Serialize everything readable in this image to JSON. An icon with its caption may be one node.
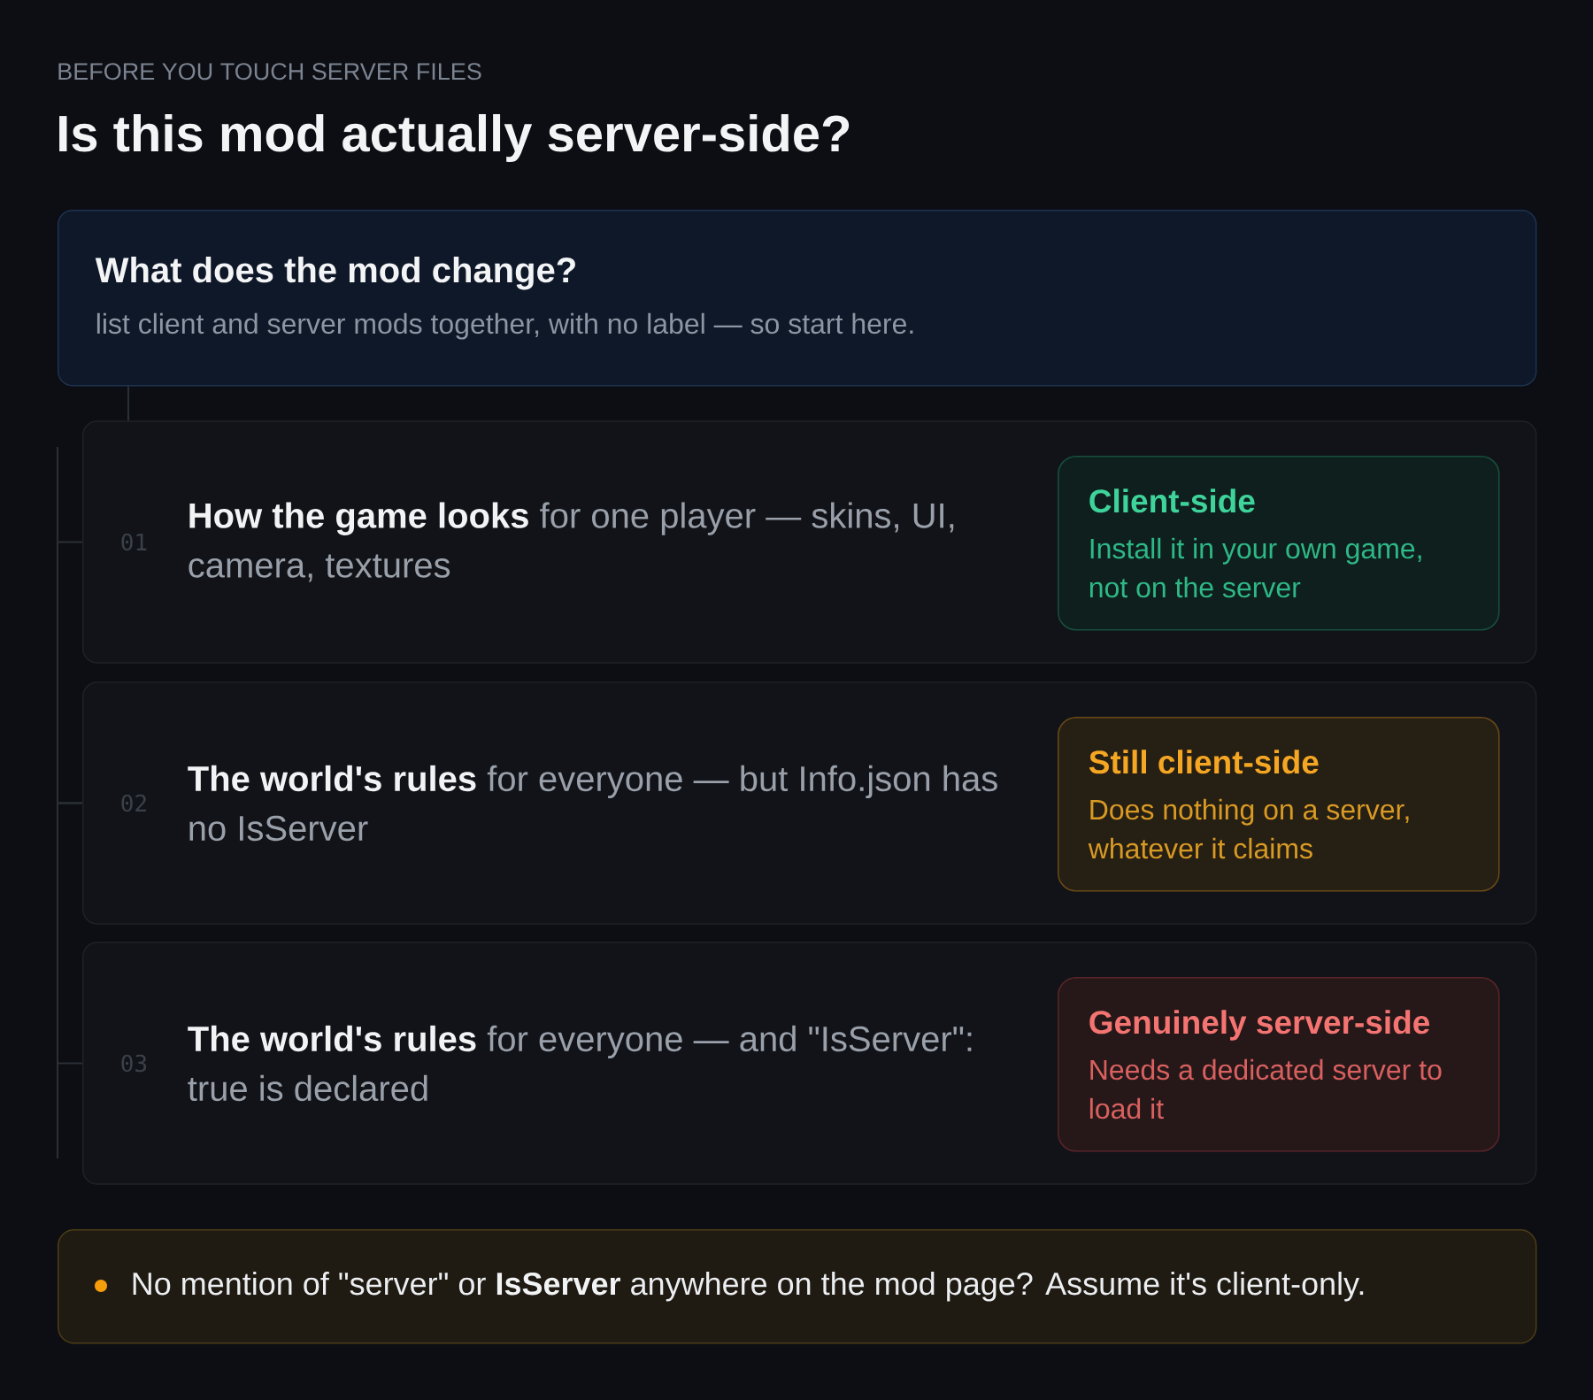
{
  "diagram": {
    "title": "Is this mod actually server-side?",
    "nodes": [
      {
        "text": [
          "What does the mod change?",
          "list client and server mods together, with no label — so start here."
        ]
      },
      {
        "text": [
          "01",
          "**How the game looks** for one player — skins, UI, camera, textures"
        ]
      },
      {
        "text": [
          "Client-side",
          "Install it in your own game, not on the server"
        ],
        "in": 1
      },
      {
        "text": [
          "02",
          "**The world's rules** for everyone — but Info.json has no IsServer"
        ]
      },
      {
        "text": [
          "Still client-side",
          "Does nothing on a server, whatever it claims"
        ],
        "in": 3
      },
      {
        "text": [
          "03",
          "**The world's rules** for everyone — and \"IsServer\": true is declared"
        ]
      },
      {
        "text": [
          "Genuinely server-side",
          "Needs a dedicated server to load it"
        ],
        "in": 5
      },
      {
        "text": [
          "No mention of \"server\" or **IsServer** anywhere on the mod page? Assume it's client-only."
        ]
      }
    ],
    "edges": [
      {
        "from": 0,
        "to": 1,
        "arrow": "none"
      },
      {
        "from": 1,
        "to": 3,
        "arrow": "none"
      },
      {
        "from": 3,
        "to": 5,
        "arrow": "none"
      }
    ],
    "labels": [
      "BEFORE YOU TOUCH SERVER FILES"
    ]
  }
}
